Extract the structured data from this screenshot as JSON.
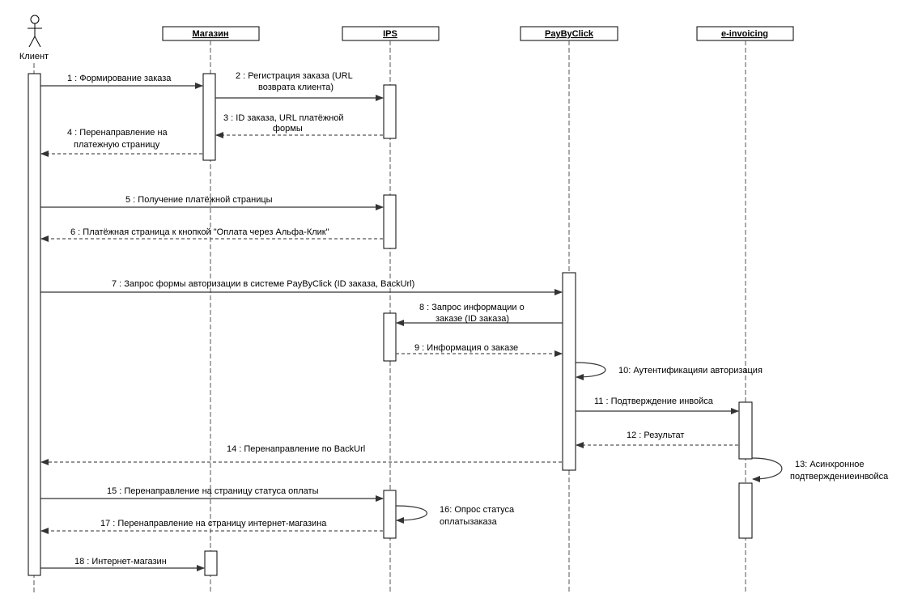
{
  "actors": {
    "client": "Клиент",
    "shop": "Магазин",
    "ips": "IPS",
    "paybyclick": "PayByClick",
    "einvoicing": "e-invoicing"
  },
  "messages": {
    "m1": "1 : Формирование заказа",
    "m2a": "2 :  Регистрация заказа (URL",
    "m2b": "возврата клиента)",
    "m3a": "3 : ID заказа, URL платёжной",
    "m3b": "формы",
    "m4a": "4 : Перенаправление на",
    "m4b": "платежную страницу",
    "m5": "5 : Получение платёжной страницы",
    "m6": "6 : Платёжная страница к кнопкой \"Оплата через Альфа-Клик\"",
    "m7": "7  : Запрос формы авторизации в системе PayByClick (ID заказа, BackUrl)",
    "m8a": "8 : Запрос информации о",
    "m8b": "заказе (ID заказа)",
    "m9": "9  : Информация о заказе",
    "m10": "10: Аутентификацияи авторизация",
    "m11": "11 : Подтверждение инвойса",
    "m12": "12 : Результат",
    "m13a": "13: Асинхронное",
    "m13b": "подтверждениеинвойса",
    "m14": "14 : Перенаправление по BackUrl",
    "m15": "15 : Перенаправление на страницу статуса оплаты",
    "m16a": "16: Опрос статуса",
    "m16b": "оплатызаказа",
    "m17": "17 : Перенаправление на страницу интернет-магазина",
    "m18": "18 : Интернет-магазин"
  }
}
